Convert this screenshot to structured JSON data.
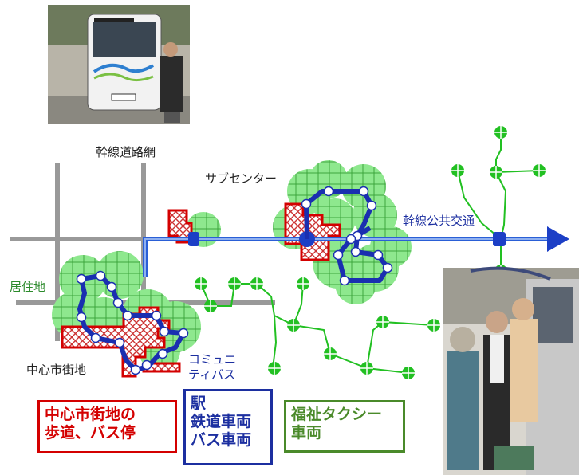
{
  "labels": {
    "trunk_road_network": "幹線道路網",
    "subcenter": "サブセンター",
    "trunk_public_transport": "幹線公共交通",
    "residential_area": "居住地",
    "city_center": "中心市街地",
    "community_bus": [
      "コミュニ",
      "ティバス"
    ]
  },
  "boxes": {
    "red": {
      "lines": [
        "中心市街地の",
        "歩道、バス停"
      ],
      "color": "#d40000"
    },
    "blue": {
      "lines": [
        "駅",
        "鉄道車両",
        "バス車両"
      ],
      "color": "#1c2fa0"
    },
    "green": {
      "lines": [
        "福祉タクシー",
        "車両"
      ],
      "color": "#4a8a2a"
    }
  },
  "colors": {
    "road": "#999999",
    "trunk_transit": "#2a5fd6",
    "community_bus": "#1a2fb0",
    "service_zone": "#7ee07e",
    "welfare_network": "#22c022",
    "hatch_zone": "#cc0000"
  },
  "icons": {
    "bus_photo": "community-bus-photo-icon",
    "boarding_photo": "wheelchair-boarding-photo-icon",
    "arrow": "arrow-right-icon"
  }
}
